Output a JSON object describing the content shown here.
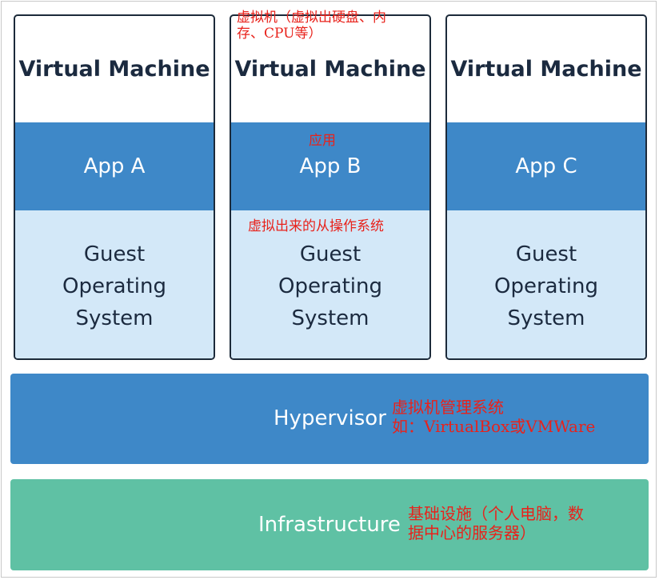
{
  "vms": [
    {
      "title": "Virtual Machine",
      "app": "App A",
      "os": "Guest\nOperating\nSystem"
    },
    {
      "title": "Virtual Machine",
      "app": "App B",
      "os": "Guest\nOperating\nSystem"
    },
    {
      "title": "Virtual Machine",
      "app": "App C",
      "os": "Guest\nOperating\nSystem"
    }
  ],
  "hypervisor": {
    "label": "Hypervisor"
  },
  "infrastructure": {
    "label": "Infrastructure"
  },
  "annotations": {
    "vm": "虚拟机（虚拟出硬盘、内\n存、CPU等）",
    "app": "应用",
    "guest_os": "虚拟出来的从操作系统",
    "hypervisor": "虚拟机管理系统\n如：VirtualBox或VMWare",
    "infrastructure": "基础设施（个人电脑，数\n据中心的服务器）"
  },
  "colors": {
    "dark_blue": "#3e88c8",
    "light_blue": "#d3e8f8",
    "green": "#5fc1a4",
    "title_text": "#1b2a3f",
    "annotation_red": "#e8221b"
  }
}
